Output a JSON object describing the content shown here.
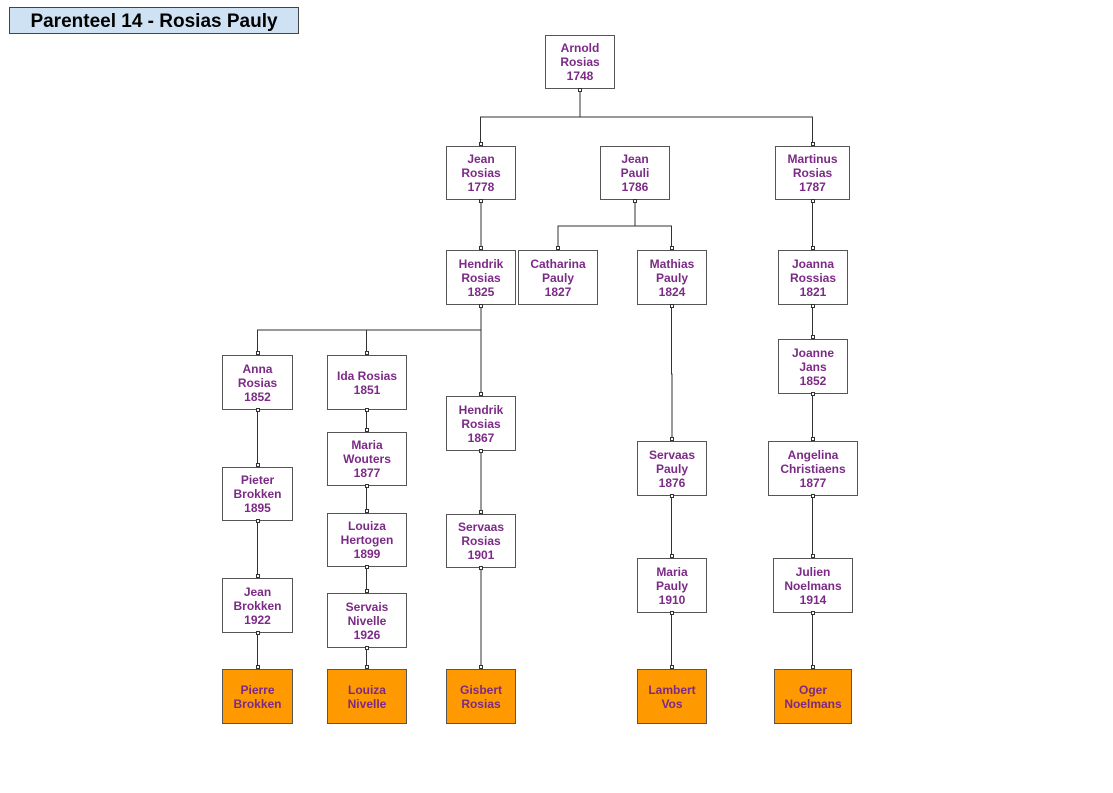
{
  "title": "Parenteel 14 - Rosias Pauly",
  "colors": {
    "name_text": "#7b2a86",
    "leaf_fill": "#ff9900",
    "title_fill": "#cfe2f3"
  },
  "people": {
    "arnold": "Arnold\nRosias\n1748",
    "jean_r": "Jean\nRosias\n1778",
    "jean_p": "Jean\nPauli\n1786",
    "martinus": "Martinus\nRosias\n1787",
    "hendrik1825": "Hendrik\nRosias\n1825",
    "catharina": "Catharina\nPauly\n1827",
    "mathias": "Mathias\nPauly\n1824",
    "joanna": "Joanna\nRossias\n1821",
    "anna": "Anna\nRosias\n1852",
    "ida": "Ida Rosias\n1851",
    "hendrik1867": "Hendrik\nRosias\n1867",
    "joanne": "Joanne\nJans\n1852",
    "pieter": "Pieter\nBrokken\n1895",
    "maria_w": "Maria\nWouters\n1877",
    "servaas1876": "Servaas\nPauly\n1876",
    "angelina": "Angelina\nChristiaens\n1877",
    "louiza_h": "Louiza\nHertogen\n1899",
    "servaas1901": "Servaas\nRosias\n1901",
    "jean_b": "Jean\nBrokken\n1922",
    "servais": "Servais\nNivelle\n1926",
    "maria_p": "Maria\nPauly\n1910",
    "julien": "Julien\nNoelmans\n1914",
    "pierre": "Pierre\nBrokken",
    "louiza_n": "Louiza\nNivelle",
    "gisbert": "Gisbert\nRosias",
    "lambert": "Lambert\nVos",
    "oger": "Oger\nNoelmans"
  }
}
